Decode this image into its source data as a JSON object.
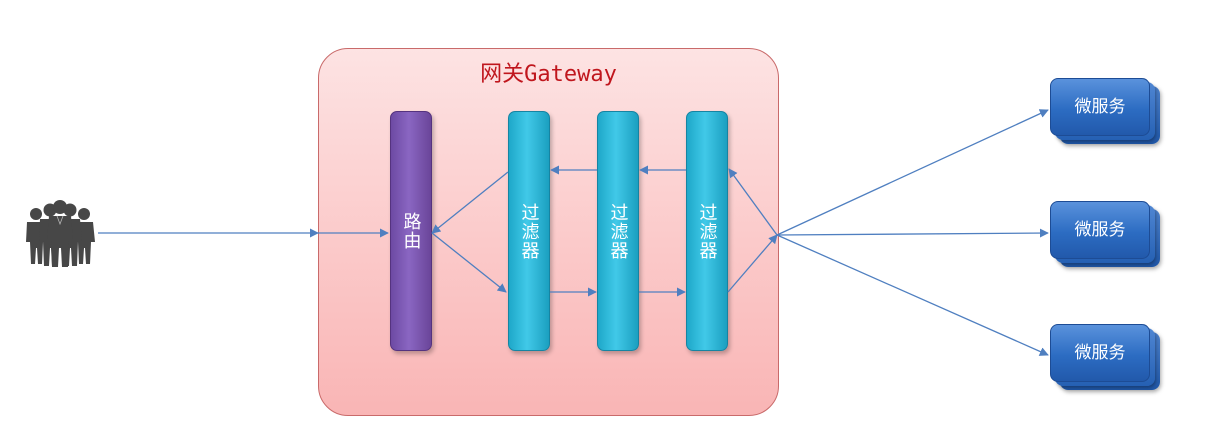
{
  "gateway": {
    "title": "网关Gateway",
    "router_label": "路由",
    "filters": [
      {
        "label": "过滤器"
      },
      {
        "label": "过滤器"
      },
      {
        "label": "过滤器"
      }
    ]
  },
  "client": {
    "icon": "users-group-icon"
  },
  "microservices": [
    {
      "label": "微服务"
    },
    {
      "label": "微服务"
    },
    {
      "label": "微服务"
    }
  ],
  "colors": {
    "gateway_fill": "#fbc9c9",
    "gateway_border": "#c96a6a",
    "title_color": "#c0161d",
    "router_bar": "#7e58b8",
    "filter_bar": "#31bde0",
    "microservice": "#2c6cc2",
    "arrow": "#4f7fc0",
    "user_icon": "#474747"
  }
}
